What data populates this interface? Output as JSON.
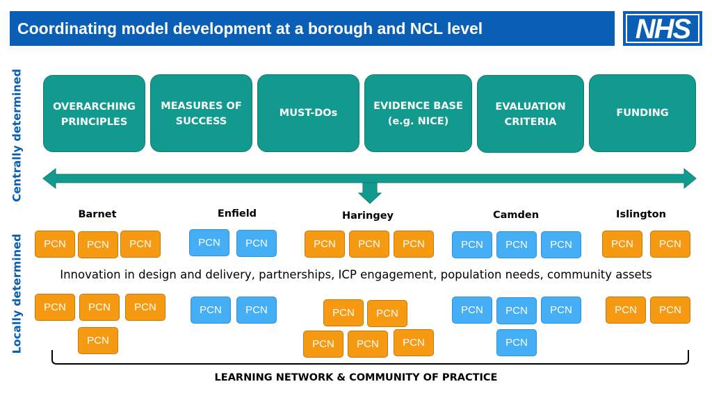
{
  "header": {
    "title": "Coordinating model development at a borough and NCL level",
    "logo_text": "NHS"
  },
  "side_labels": {
    "top": "Centrally determined",
    "bottom": "Locally determined"
  },
  "central_boxes": [
    "OVERARCHING\nPRINCIPLES",
    "MEASURES OF\nSUCCESS",
    "MUST-DOs",
    "EVIDENCE BASE\n(e.g. NICE)",
    "EVALUATION\nCRITERIA",
    "FUNDING"
  ],
  "boroughs": [
    "Barnet",
    "Enfield",
    "Haringey",
    "Camden",
    "Islington"
  ],
  "pcn_label": "PCN",
  "middle_text": "Innovation in design and delivery, partnerships, ICP engagement, population needs, community assets",
  "footer_text": "LEARNING NETWORK & COMMUNITY OF PRACTICE",
  "colors": {
    "header_blue": "#0a5fb4",
    "teal": "#139a8f",
    "orange": "#f59a12",
    "light_blue": "#45aef5"
  }
}
